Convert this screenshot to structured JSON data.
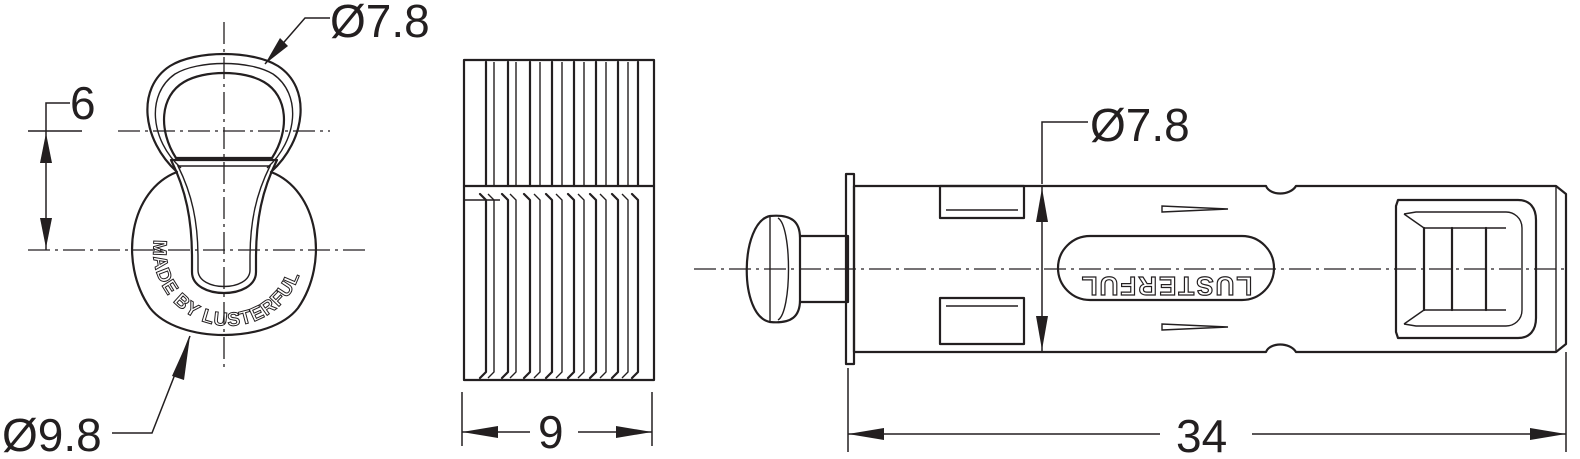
{
  "dimensions": {
    "front_top_diameter": "Ø7.8",
    "front_offset": "6",
    "front_outer_diameter": "Ø9.8",
    "side_width": "9",
    "body_diameter": "Ø7.8",
    "total_length": "34"
  },
  "engravings": {
    "cap_text": "MADE BY LUSTERFUL",
    "body_logo": "LUSTERFUL"
  }
}
